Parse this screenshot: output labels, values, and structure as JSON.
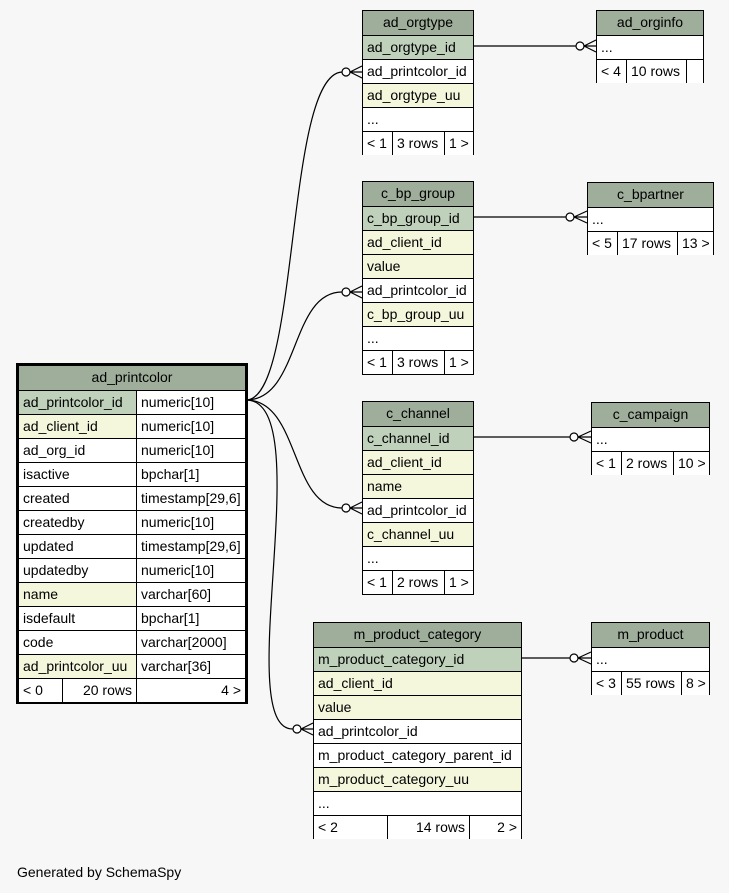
{
  "diagram_title": "ad_printcolor",
  "generated_by": "Generated by SchemaSpy",
  "colors": {
    "header": "#9fad9b",
    "primary_key": "#bfd0bb",
    "indexed": "#f4f7dc",
    "background": "#f7f7f7"
  },
  "main_table": {
    "name": "ad_printcolor",
    "columns": [
      {
        "name": "ad_printcolor_id",
        "type": "numeric[10]"
      },
      {
        "name": "ad_client_id",
        "type": "numeric[10]"
      },
      {
        "name": "ad_org_id",
        "type": "numeric[10]"
      },
      {
        "name": "isactive",
        "type": "bpchar[1]"
      },
      {
        "name": "created",
        "type": "timestamp[29,6]"
      },
      {
        "name": "createdby",
        "type": "numeric[10]"
      },
      {
        "name": "updated",
        "type": "timestamp[29,6]"
      },
      {
        "name": "updatedby",
        "type": "numeric[10]"
      },
      {
        "name": "name",
        "type": "varchar[60]"
      },
      {
        "name": "isdefault",
        "type": "bpchar[1]"
      },
      {
        "name": "code",
        "type": "varchar[2000]"
      },
      {
        "name": "ad_printcolor_uu",
        "type": "varchar[36]"
      }
    ],
    "footer": {
      "parents": "< 0",
      "rows": "20 rows",
      "children": "4 >"
    }
  },
  "child_tables": [
    {
      "name": "ad_orgtype",
      "columns": [
        "ad_orgtype_id",
        "ad_printcolor_id",
        "ad_orgtype_uu",
        "..."
      ],
      "footer": {
        "parents": "< 1",
        "rows": "3 rows",
        "children": "1 >"
      }
    },
    {
      "name": "c_bp_group",
      "columns": [
        "c_bp_group_id",
        "ad_client_id",
        "value",
        "ad_printcolor_id",
        "c_bp_group_uu",
        "..."
      ],
      "footer": {
        "parents": "< 1",
        "rows": "3 rows",
        "children": "1 >"
      }
    },
    {
      "name": "c_channel",
      "columns": [
        "c_channel_id",
        "ad_client_id",
        "name",
        "ad_printcolor_id",
        "c_channel_uu",
        "..."
      ],
      "footer": {
        "parents": "< 1",
        "rows": "2 rows",
        "children": "1 >"
      }
    },
    {
      "name": "m_product_category",
      "columns": [
        "m_product_category_id",
        "ad_client_id",
        "value",
        "ad_printcolor_id",
        "m_product_category_parent_id",
        "m_product_category_uu",
        "..."
      ],
      "footer": {
        "parents": "< 2",
        "rows": "14 rows",
        "children": "2 >"
      }
    }
  ],
  "grandchild_tables": [
    {
      "name": "ad_orginfo",
      "columns": [
        "..."
      ],
      "footer": {
        "parents": "< 4",
        "rows": "10 rows",
        "children": ""
      }
    },
    {
      "name": "c_bpartner",
      "columns": [
        "..."
      ],
      "footer": {
        "parents": "< 5",
        "rows": "17 rows",
        "children": "13 >"
      }
    },
    {
      "name": "c_campaign",
      "columns": [
        "..."
      ],
      "footer": {
        "parents": "< 1",
        "rows": "2 rows",
        "children": "10 >"
      }
    },
    {
      "name": "m_product",
      "columns": [
        "..."
      ],
      "footer": {
        "parents": "< 3",
        "rows": "55 rows",
        "children": "8 >"
      }
    }
  ]
}
